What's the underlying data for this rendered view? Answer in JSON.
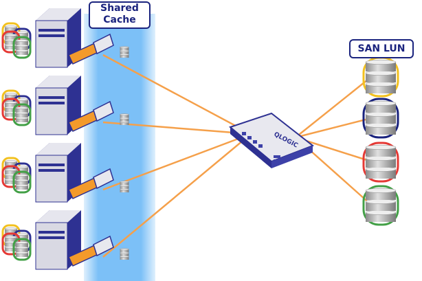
{
  "labels": {
    "shared_cache_line1": "Shared",
    "shared_cache_line2": "Cache",
    "san_lun": "SAN LUN"
  },
  "switch": {
    "brand": "QLOGIC"
  },
  "colors": {
    "link": "#f5a04a",
    "cache": "#6fb8f5",
    "server": "#2e3192",
    "card": "#f39a2b"
  },
  "san_disks": [
    {
      "border": "#f2c11f"
    },
    {
      "border": "#1a237e"
    },
    {
      "border": "#e53935"
    },
    {
      "border": "#43a047"
    }
  ],
  "server_count": 4
}
